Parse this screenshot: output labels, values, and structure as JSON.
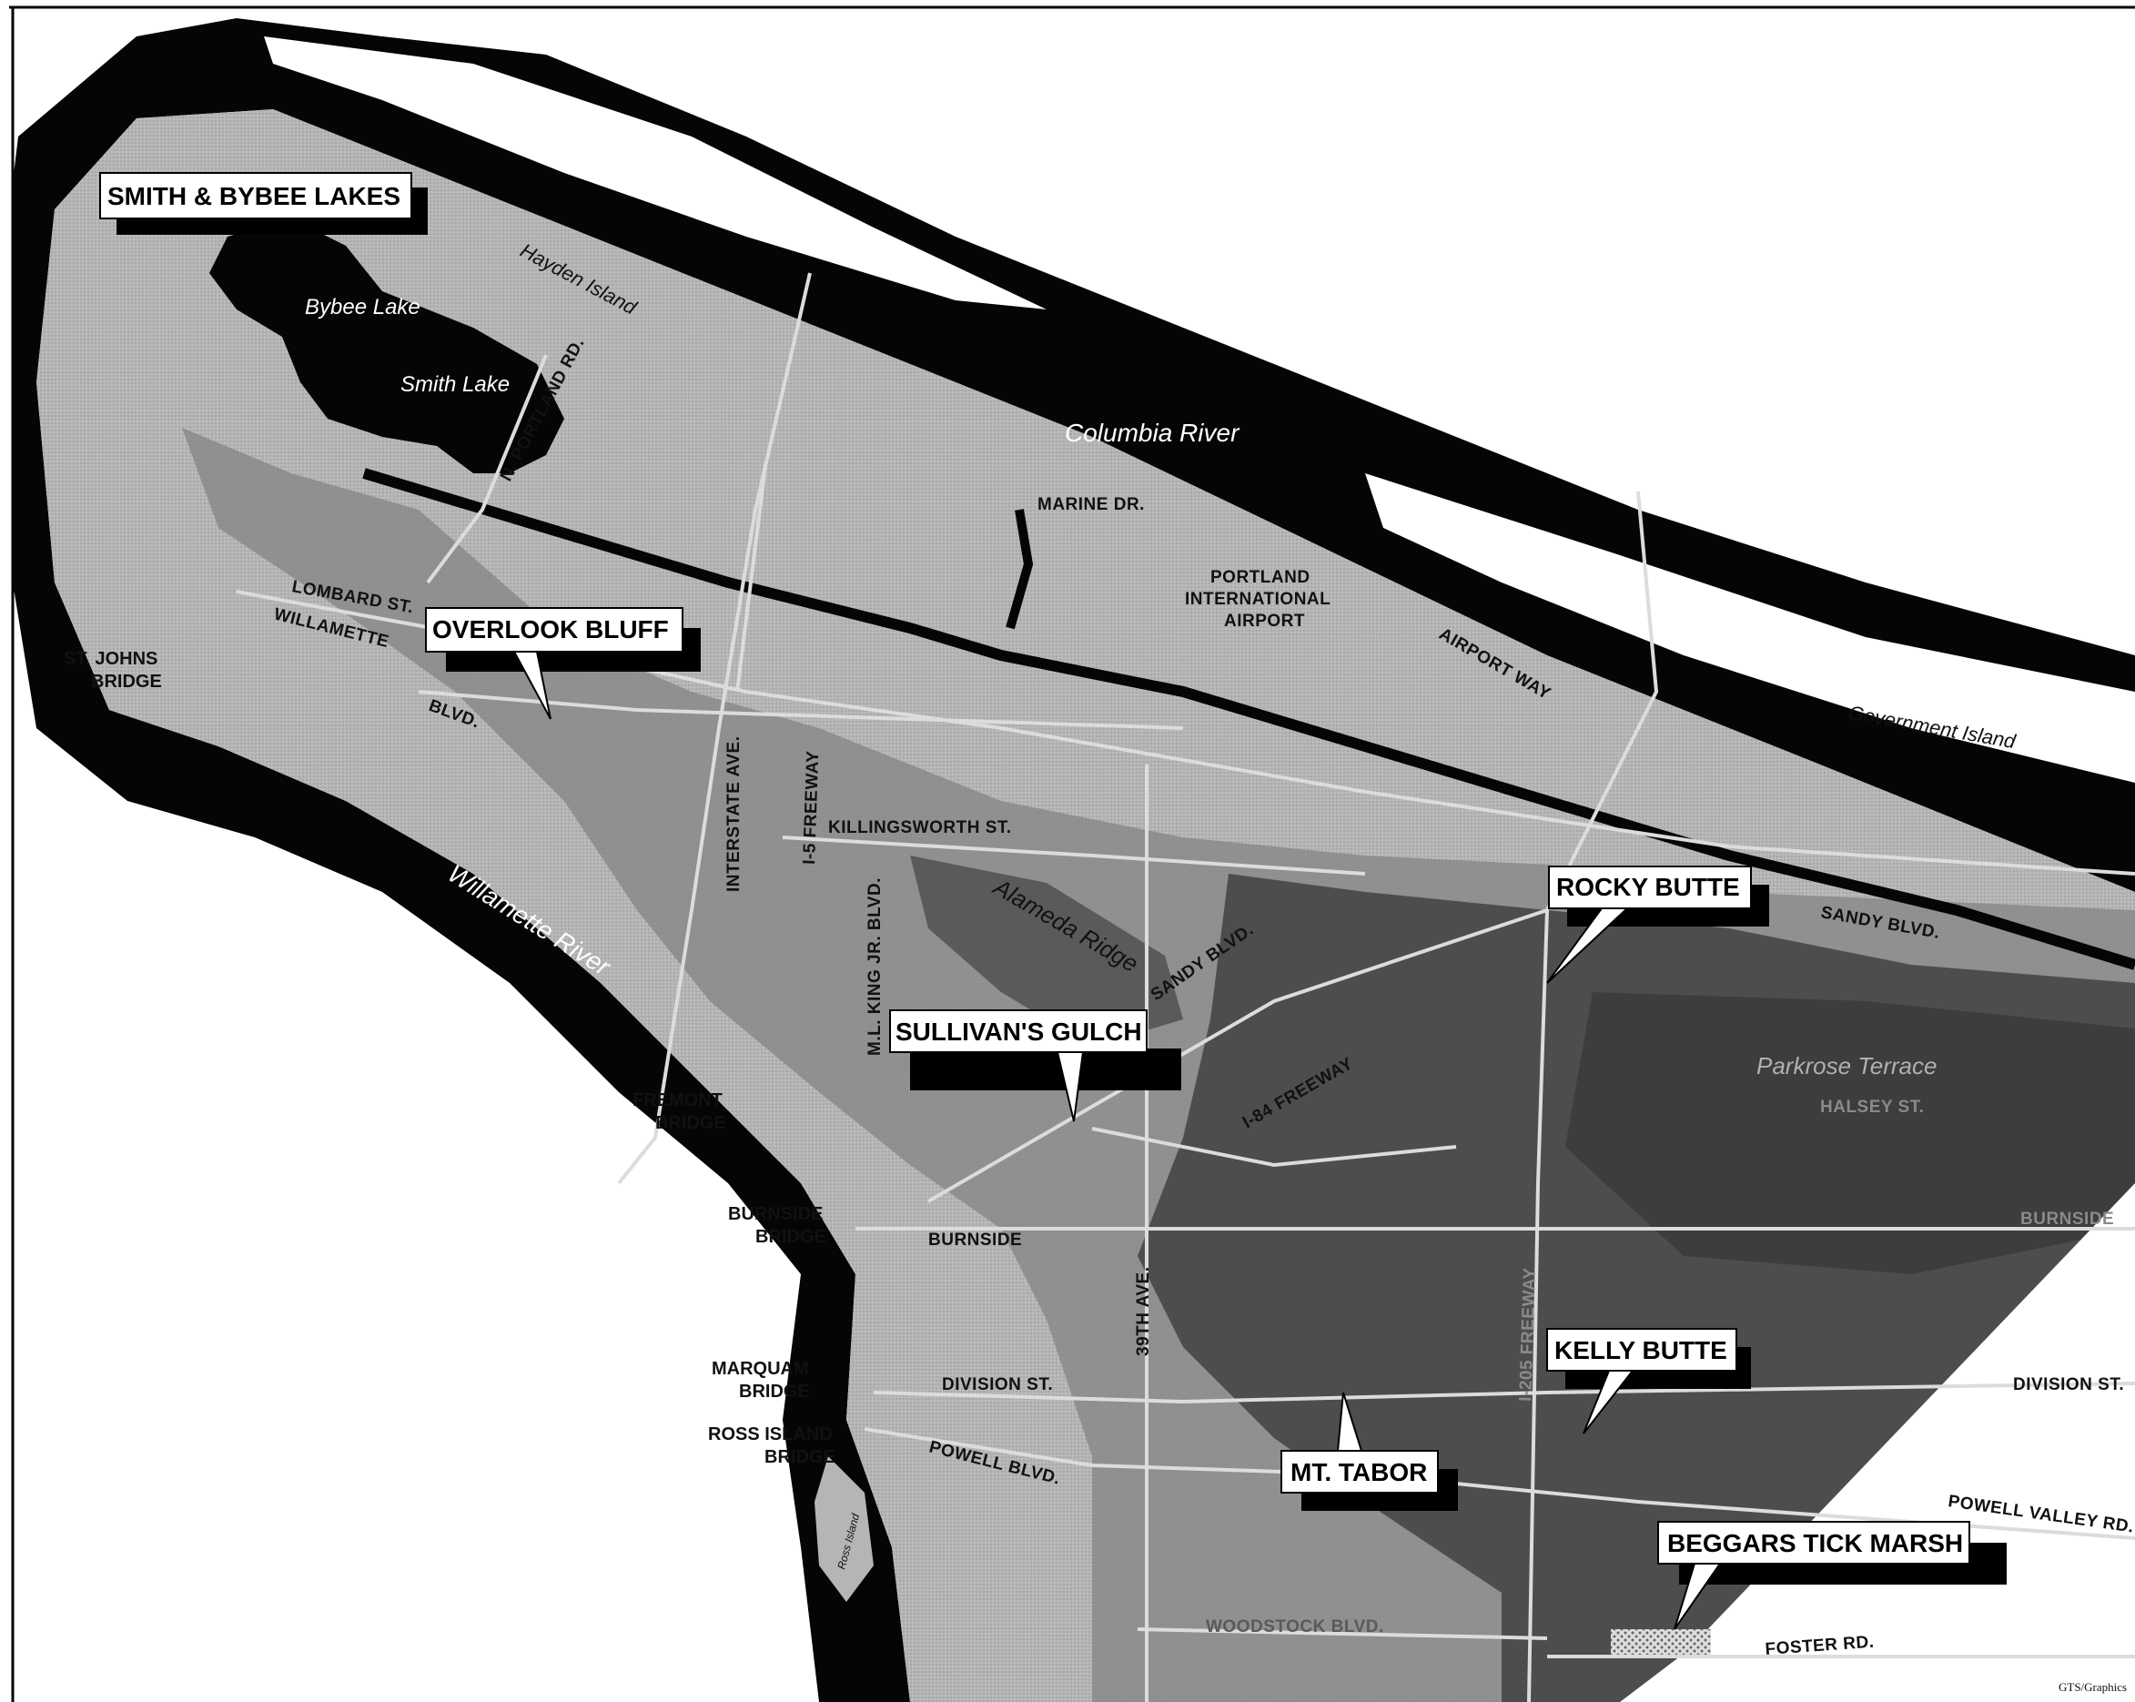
{
  "colors": {
    "water": "#050505",
    "land_light": "#b9b9b9",
    "land_mid": "#8a8a8a",
    "land_dark": "#555555",
    "land_darkest": "#3a3a3a",
    "road": "#d8d8d8",
    "background": "#ffffff"
  },
  "sites": [
    {
      "name": "SMITH & BYBEE LAKES"
    },
    {
      "name": "OVERLOOK BLUFF"
    },
    {
      "name": "ROCKY BUTTE"
    },
    {
      "name": "SULLIVAN'S GULCH"
    },
    {
      "name": "KELLY BUTTE"
    },
    {
      "name": "MT. TABOR"
    },
    {
      "name": "BEGGARS TICK MARSH"
    }
  ],
  "water_labels": {
    "hayden_island": "Hayden Island",
    "bybee_lake": "Bybee Lake",
    "smith_lake": "Smith Lake",
    "columbia_river": "Columbia River",
    "government_island": "Government Island",
    "willamette_river": "Willamette River",
    "ross_island": "Ross Island"
  },
  "place_labels": {
    "alameda_ridge": "Alameda Ridge",
    "parkrose_terrace": "Parkrose Terrace",
    "airport_line1": "PORTLAND",
    "airport_line2": "INTERNATIONAL",
    "airport_line3": "AIRPORT"
  },
  "bridges": {
    "st_johns_1": "ST. JOHNS",
    "st_johns_2": "BRIDGE",
    "fremont_1": "FREMONT",
    "fremont_2": "BRIDGE",
    "burnside_1": "BURNSIDE",
    "burnside_2": "BRIDGE",
    "marquam_1": "MARQUAM",
    "marquam_2": "BRIDGE",
    "ross_island_1": "ROSS ISLAND",
    "ross_island_2": "BRIDGE"
  },
  "roads": {
    "n_portland_rd": "N. PORTLAND RD.",
    "lombard": "LOMBARD ST.",
    "willamette_blvd_1": "WILLAMETTE",
    "willamette_blvd_2": "BLVD.",
    "marine_dr": "MARINE DR.",
    "airport_way": "AIRPORT WAY",
    "killingsworth": "KILLINGSWORTH ST.",
    "interstate_ave": "INTERSTATE AVE.",
    "i5_freeway": "I-5 FREEWAY",
    "mlk_blvd": "M.L. KING JR. BLVD.",
    "sandy_blvd_west": "SANDY BLVD.",
    "sandy_blvd_east": "SANDY BLVD.",
    "i84_freeway": "I-84 FREEWAY",
    "halsey": "HALSEY ST.",
    "burnside_west": "BURNSIDE",
    "burnside_east": "BURNSIDE",
    "ave_39th": "39TH AVE.",
    "ave_205": "I-205 FREEWAY",
    "division_west": "DIVISION ST.",
    "division_east": "DIVISION ST.",
    "powell_blvd": "POWELL BLVD.",
    "powell_valley": "POWELL VALLEY RD.",
    "woodstock": "WOODSTOCK BLVD.",
    "foster": "FOSTER RD."
  },
  "credit": "GTS/Graphics"
}
